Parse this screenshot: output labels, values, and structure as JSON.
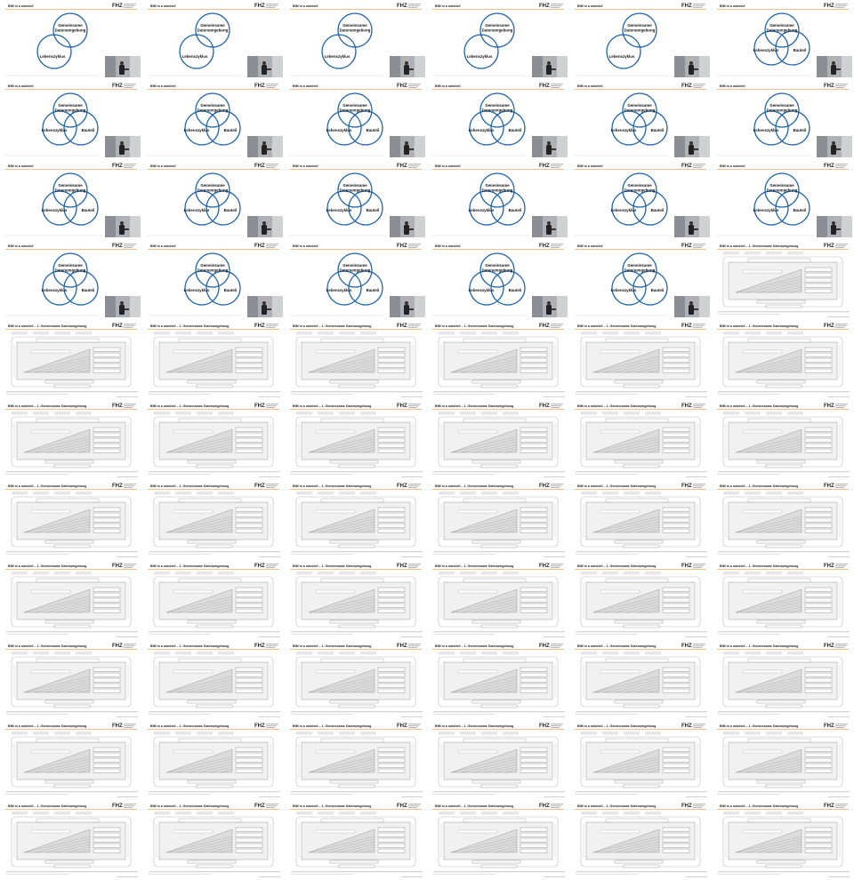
{
  "sheet": {
    "columns": 6,
    "rows": 11,
    "accent_color": "#e8801a",
    "circle_color": "#1f63a8"
  },
  "slide_types": {
    "venn": {
      "title": "BIM in a nutshell",
      "circle_top_label_line1": "Gemeinsame",
      "circle_top_label_line2": "Datenumgebung",
      "circle_left_label": "Lebenszyklus",
      "circle_right_label": "Bauteil",
      "logo_text": "FHZ",
      "has_speaker_video": true
    },
    "diagram": {
      "title": "BIM in a nutshell – 1. Gemeinsame Datenumgebung",
      "logo_text": "FHZ",
      "diagram_icon": "lifecycle-diagram-icon"
    }
  },
  "thumbnails": [
    {
      "type": "venn",
      "circles": 2
    },
    {
      "type": "venn",
      "circles": 2
    },
    {
      "type": "venn",
      "circles": 2
    },
    {
      "type": "venn",
      "circles": 2
    },
    {
      "type": "venn",
      "circles": 2
    },
    {
      "type": "venn",
      "circles": 3
    },
    {
      "type": "venn",
      "circles": 3
    },
    {
      "type": "venn",
      "circles": 3
    },
    {
      "type": "venn",
      "circles": 3
    },
    {
      "type": "venn",
      "circles": 3
    },
    {
      "type": "venn",
      "circles": 3
    },
    {
      "type": "venn",
      "circles": 3
    },
    {
      "type": "venn",
      "circles": 3
    },
    {
      "type": "venn",
      "circles": 3
    },
    {
      "type": "venn",
      "circles": 3
    },
    {
      "type": "venn",
      "circles": 3
    },
    {
      "type": "venn",
      "circles": 3
    },
    {
      "type": "venn",
      "circles": 3
    },
    {
      "type": "venn",
      "circles": 3
    },
    {
      "type": "venn",
      "circles": 3
    },
    {
      "type": "venn",
      "circles": 3
    },
    {
      "type": "venn",
      "circles": 3
    },
    {
      "type": "venn",
      "circles": 3
    },
    {
      "type": "diagram"
    },
    {
      "type": "diagram"
    },
    {
      "type": "diagram"
    },
    {
      "type": "diagram"
    },
    {
      "type": "diagram"
    },
    {
      "type": "diagram"
    },
    {
      "type": "diagram"
    },
    {
      "type": "diagram"
    },
    {
      "type": "diagram"
    },
    {
      "type": "diagram"
    },
    {
      "type": "diagram"
    },
    {
      "type": "diagram"
    },
    {
      "type": "diagram"
    },
    {
      "type": "diagram"
    },
    {
      "type": "diagram"
    },
    {
      "type": "diagram"
    },
    {
      "type": "diagram"
    },
    {
      "type": "diagram"
    },
    {
      "type": "diagram"
    },
    {
      "type": "diagram"
    },
    {
      "type": "diagram"
    },
    {
      "type": "diagram"
    },
    {
      "type": "diagram"
    },
    {
      "type": "diagram"
    },
    {
      "type": "diagram"
    },
    {
      "type": "diagram"
    },
    {
      "type": "diagram"
    },
    {
      "type": "diagram"
    },
    {
      "type": "diagram"
    },
    {
      "type": "diagram"
    },
    {
      "type": "diagram"
    },
    {
      "type": "diagram"
    },
    {
      "type": "diagram"
    },
    {
      "type": "diagram"
    },
    {
      "type": "diagram"
    },
    {
      "type": "diagram"
    },
    {
      "type": "diagram"
    },
    {
      "type": "diagram"
    },
    {
      "type": "diagram"
    },
    {
      "type": "diagram"
    },
    {
      "type": "diagram"
    },
    {
      "type": "diagram"
    },
    {
      "type": "diagram"
    }
  ]
}
